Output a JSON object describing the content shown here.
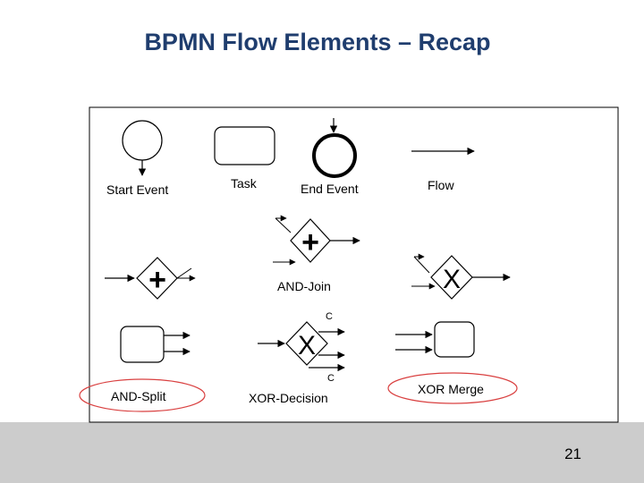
{
  "slide": {
    "title": "BPMN Flow Elements – Recap",
    "page_number": "21"
  },
  "diagram": {
    "labels": {
      "start_event": "Start Event",
      "task": "Task",
      "end_event": "End Event",
      "flow": "Flow",
      "and_join": "AND-Join",
      "and_split": "AND-Split",
      "xor_decision": "XOR-Decision",
      "xor_merge": "XOR Merge",
      "condition_top": "C",
      "condition_bottom": "C"
    },
    "symbols": {
      "and_gateway": "+",
      "xor_gateway": "X"
    },
    "colors": {
      "title": "#1f3d6e",
      "highlight_ellipse": "#d94040",
      "footer": "#cccccc"
    }
  }
}
